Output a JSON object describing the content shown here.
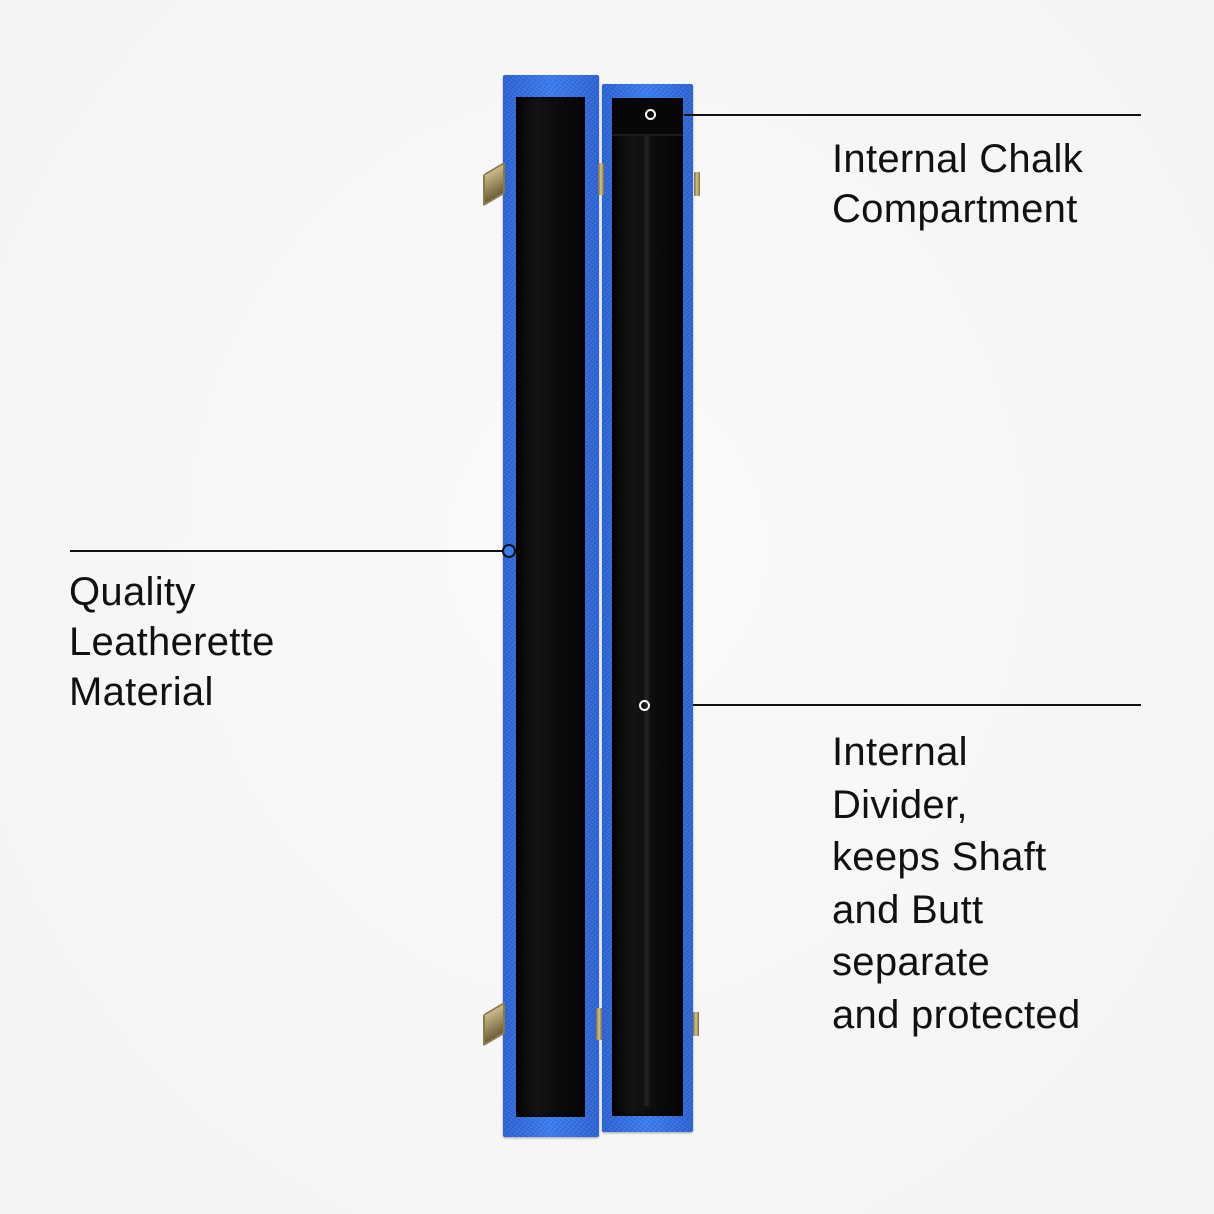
{
  "colors": {
    "case_blue": "#2f6fe0",
    "interior_black": "#0a0a0a",
    "hardware_brass": "#c9b98a",
    "background": "#f6f6f6",
    "text": "#111111"
  },
  "callouts": [
    {
      "id": "chalk-compartment",
      "lines": [
        "Internal Chalk",
        "Compartment"
      ]
    },
    {
      "id": "leatherette",
      "lines": [
        "Quality",
        "Leatherette",
        "Material"
      ]
    },
    {
      "id": "divider",
      "lines": [
        "Internal",
        "Divider,",
        "keeps Shaft",
        "and Butt",
        "separate",
        "and protected"
      ]
    }
  ]
}
